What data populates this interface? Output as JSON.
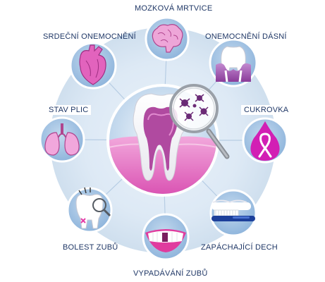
{
  "labels": {
    "stroke": "MOZKOVÁ MRTVICE",
    "heart_disease": "SRDEČNÍ ONEMOCNĚNÍ",
    "gum_disease": "ONEMOCNĚNÍ DÁSNÍ",
    "lungs": "STAV PLIC",
    "diabetes": "CUKROVKA",
    "toothache": "BOLEST ZUBŮ",
    "bad_breath": "ZAPÁCHAJÍCÍ DECH",
    "tooth_loss": "VYPADÁVÁNÍ ZUBŮ"
  },
  "colors": {
    "text": "#1f3766",
    "ring": "#d7e6f3",
    "node": "#a9c8e6",
    "node_border": "#ffffff",
    "accent_pink": "#e63aa7",
    "accent_purple": "#8d3a97",
    "diabetes_magenta": "#d21fb4"
  },
  "icons": {
    "center": "infected-tooth-magnifier-icon",
    "stroke": "brain-icon",
    "heart_disease": "heart-icon",
    "gum_disease": "tooth-gum-icon",
    "lungs": "lungs-icon",
    "diabetes": "ribbon-drop-icon",
    "toothache": "painful-tooth-icon",
    "bad_breath": "toothbrush-icon",
    "tooth_loss": "smile-gap-icon"
  }
}
